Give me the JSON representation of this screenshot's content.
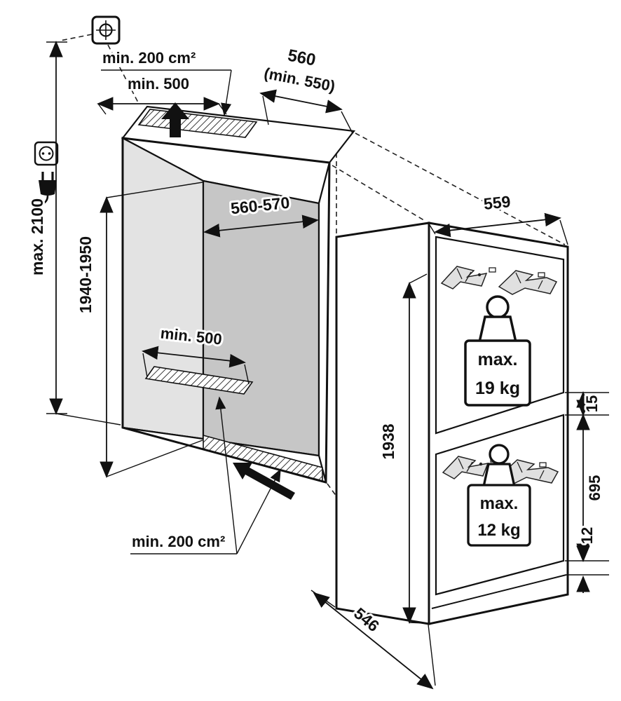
{
  "niche": {
    "top_vent_area": "min. 200 cm²",
    "top_vent_width": "min. 500",
    "depth": "560",
    "depth_min": "(min. 550)",
    "interior_width": "560-570",
    "max_overall_height": "max. 2100",
    "height": "1940-1950",
    "floor_vent_width": "min. 500",
    "bottom_vent_area": "min. 200 cm²"
  },
  "appliance": {
    "width": "559",
    "height": "1938",
    "depth": "546",
    "door_top_gap": "15",
    "lower_door_height": "695",
    "door_bottom_gap": "12",
    "upper_door_max_label": "max.",
    "upper_door_max_weight": "19 kg",
    "lower_door_max_label": "max.",
    "lower_door_max_weight": "12 kg"
  },
  "icons": {
    "fixing": "screw-fixing-symbol",
    "outlet": "power-outlet-symbol",
    "plug": "power-plug-symbol",
    "airflow_out": "airflow-arrow-up",
    "airflow_in": "airflow-arrow-in",
    "upper_weight": "weight-icon-19kg",
    "lower_weight": "weight-icon-12kg"
  },
  "colors": {
    "line": "#111111",
    "back_wall": "#c6c6c6",
    "side_wall": "#e3e3e3",
    "hinge_fill": "#e0e0e0"
  }
}
